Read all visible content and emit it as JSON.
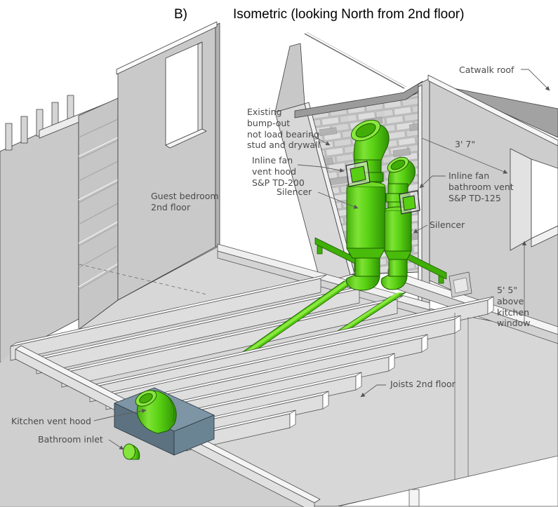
{
  "title": {
    "prefix": "B)",
    "text": "Isometric (looking North from 2nd floor)"
  },
  "annotations": {
    "catwalk_roof": {
      "text": "Catwalk roof"
    },
    "existing_bumpout": {
      "text": "Existing\nbump-out\nnot load bearing\nstud and drywall"
    },
    "inline_fan_kitchen": {
      "text": "Inline fan\nvent hood\nS&P TD-200"
    },
    "silencer_left": {
      "text": "Silencer"
    },
    "guest_bedroom": {
      "text": "Guest bedroom\n2nd floor"
    },
    "dim_height": {
      "text": "3' 7\""
    },
    "inline_fan_bath": {
      "text": "Inline fan\nbathroom vent\nS&P TD-125"
    },
    "silencer_right": {
      "text": "Silencer"
    },
    "dim_window": {
      "text": "5' 5\"\nabove kitchen\nwindow"
    },
    "joists": {
      "text": "Joists 2nd floor"
    },
    "kitchen_vent_hood": {
      "text": "Kitchen vent hood"
    },
    "bathroom_inlet": {
      "text": "Bathroom inlet"
    }
  },
  "colors": {
    "duct_green": "#55CB10",
    "duct_green_light": "#8AE840",
    "duct_green_dark": "#3FAE07",
    "wall_gray": "#CDCDCD",
    "roof_gray": "#A2A2A2",
    "hood_blue_gray": "#7D95A5",
    "label_text": "#4A4A4A"
  }
}
